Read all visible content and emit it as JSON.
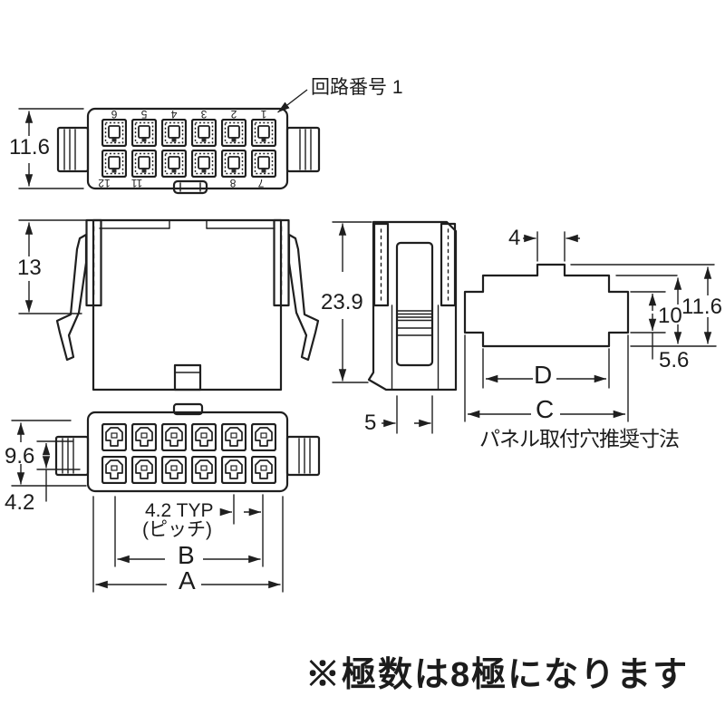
{
  "note": "※極数は8極になります",
  "callout_circuit": "回路番号 1",
  "panel_caption": "パネル取付穴推奨寸法",
  "dims": {
    "front_height": "11.6",
    "wing_span": "13",
    "side_height": "23.9",
    "latch_width": "5",
    "panel_tab_width": "4",
    "panel_hole_height": "10",
    "panel_total_height": "11.6",
    "panel_step_height": "5.6",
    "panel_inner_width": "D",
    "panel_outer_width": "C",
    "mating_height": "9.6",
    "row_offset": "4.2",
    "pitch": "4.2 TYP",
    "pitch_note": "(ピッチ)",
    "width_inner": "B",
    "width_overall": "A"
  },
  "circuit_numbers": {
    "top_row": [
      "6",
      "5",
      "4",
      "3",
      "2",
      "1"
    ],
    "bottom_row": [
      "12",
      "11",
      "8",
      "7"
    ]
  }
}
